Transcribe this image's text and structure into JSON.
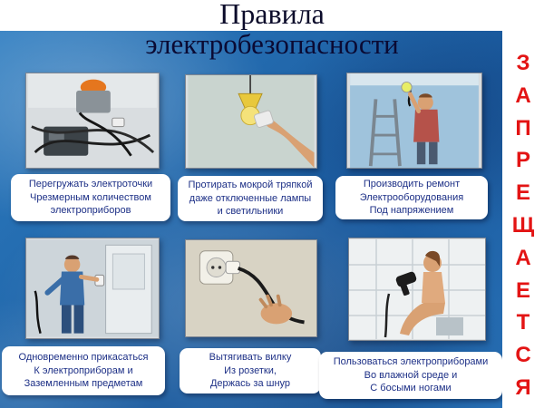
{
  "title": {
    "line1": "Правила",
    "line2": "электробезопасности"
  },
  "forbidden": {
    "word": "ЗАПРЕЩАЕТСЯ",
    "letters": [
      "З",
      "А",
      "П",
      "Р",
      "Е",
      "Щ",
      "А",
      "Е",
      "Т",
      "С",
      "Я"
    ],
    "color": "#e31414"
  },
  "colors": {
    "background_blue": "#1f6cb4",
    "title_text": "#0a0a2e",
    "caption_text": "#1c2f86",
    "caption_background": "#ffffff"
  },
  "panels": [
    {
      "image": "overloaded-sockets",
      "caption": "Перегружать электроточки\nЧрезмерным количеством\nэлектроприборов"
    },
    {
      "image": "wiping-lamp-with-wet-cloth",
      "caption": "Протирать мокрой тряпкой\nдаже отключенные лампы\nи светильники"
    },
    {
      "image": "repair-under-voltage",
      "caption": "Производить ремонт\nЭлектрооборудования\nПод напряжением"
    },
    {
      "image": "touching-appliance-and-grounded-object",
      "caption": "Одновременно прикасаться\nК электроприборам и\nЗаземленным предметам"
    },
    {
      "image": "pulling-plug-by-cord",
      "caption": "Вытягивать вилку\nИз розетки,\nДержась за шнур"
    },
    {
      "image": "hairdryer-in-wet-room",
      "caption": "Пользоваться электроприборами\nВо влажной среде и\nС босыми ногами"
    }
  ]
}
